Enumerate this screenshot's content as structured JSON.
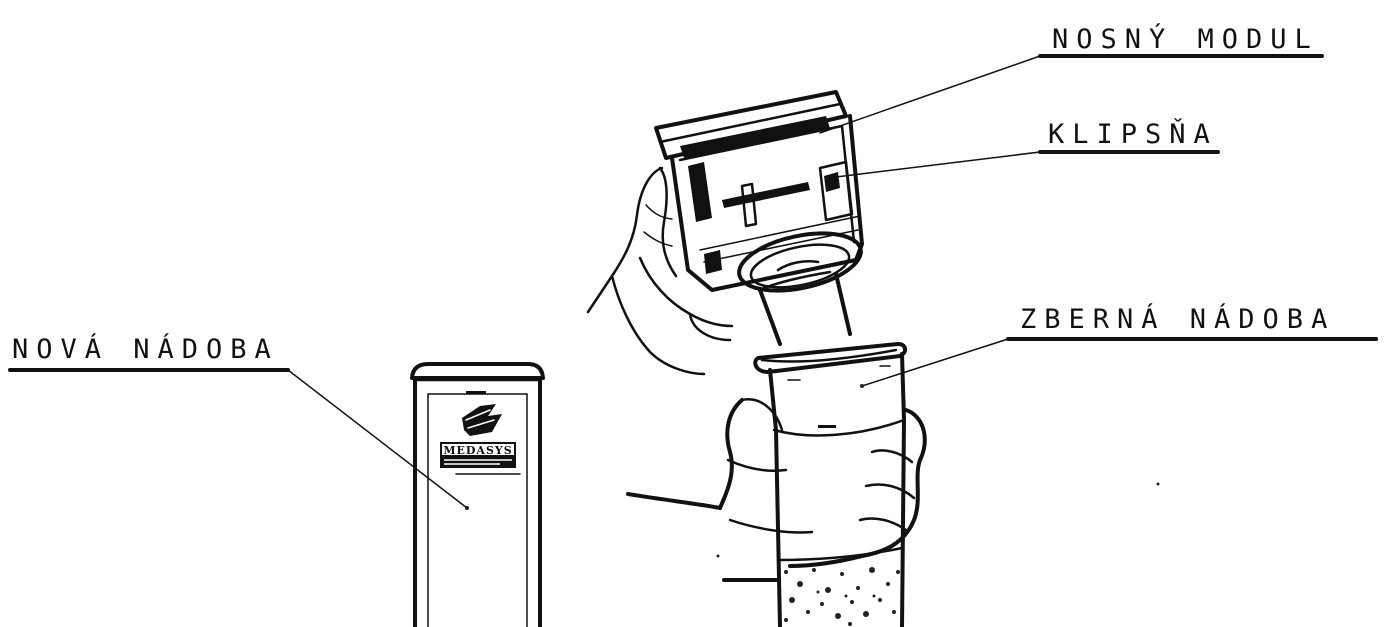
{
  "labels": {
    "nosny_modul": "NOSNÝ MODUL",
    "klipsna": "KLIPSŇA",
    "zberna_nadoba": "ZBERNÁ NÁDOBA",
    "nova_nadoba": "NOVÁ NÁDOBA"
  },
  "new_container": {
    "brand_logo": "MEDASYS"
  },
  "colors": {
    "ink": "#111111",
    "background": "#ffffff"
  }
}
